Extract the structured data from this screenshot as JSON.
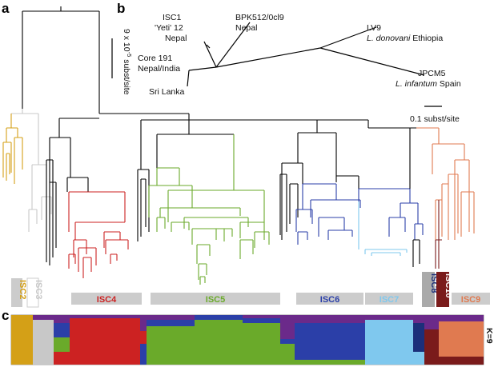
{
  "panels": {
    "a": "a",
    "b": "b",
    "c": "c"
  },
  "scale_a": {
    "label_main": "9 x 10",
    "label_exp": "-5",
    "label_unit": " subst/site"
  },
  "scale_b": {
    "label": "0.1 subst/site"
  },
  "panel_b_labels": {
    "isc1": "ISC1",
    "yeti": "'Yeti' 12",
    "isc1_nepal": "Nepal",
    "bpk": "BPK512/0cl9",
    "bpk_nepal": "Nepal",
    "core": "Core 191",
    "core_region": "Nepal/India",
    "srilanka": "Sri Lanka",
    "lv9": "LV9",
    "lv9_species": "L. donovani",
    "lv9_country": " Ethiopia",
    "jpcm": "JPCM5",
    "jpcm_species": "L. infantum",
    "jpcm_country": " Spain"
  },
  "groups": [
    {
      "name": "ISC2",
      "color": "#d4a017",
      "bg": "#cccccc"
    },
    {
      "name": "ISC3",
      "color": "#ffffff",
      "bg": "#cccccc"
    },
    {
      "name": "ISC4",
      "color": "#cc2222",
      "bg": "#cccccc"
    },
    {
      "name": "ISC5",
      "color": "#6aaa2a",
      "bg": "#cccccc"
    },
    {
      "name": "ISC6",
      "color": "#2b3fa8",
      "bg": "#cccccc"
    },
    {
      "name": "ISC7",
      "color": "#7fc8ee",
      "bg": "#cccccc"
    },
    {
      "name": "ISC8",
      "color": "#1c2f7a",
      "bg": "#aaaaaa"
    },
    {
      "name": "ISC10",
      "color": "#ffffff",
      "bg": "#7a1b1b"
    },
    {
      "name": "ISC9",
      "color": "#e07a50",
      "bg": "#cccccc"
    }
  ],
  "structure": {
    "k_label": "K=9"
  },
  "colors": {
    "isc2": "#d4a017",
    "isc3": "#c8c8c8",
    "isc4": "#cc2222",
    "isc5": "#6aaa2a",
    "isc6": "#2b3fa8",
    "isc7": "#7fc8ee",
    "isc8": "#1c2f7a",
    "isc9": "#e07a50",
    "isc10": "#7a1b1b",
    "core": "#000000",
    "purple": "#6b2a8a"
  }
}
